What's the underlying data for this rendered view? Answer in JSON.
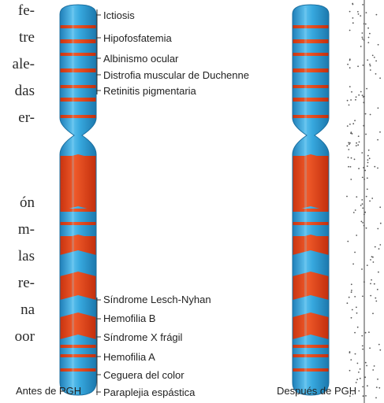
{
  "left_text_fragments": [
    "fe-",
    "tre",
    "ale-",
    "das",
    "er-",
    "ón",
    "m-",
    "las",
    "re-",
    "na",
    "oor"
  ],
  "gene_labels_upper": [
    "Ictiosis",
    "Hipofosfatemia",
    "Albinismo ocular",
    "Distrofia muscular de Duchenne",
    "Retinitis pigmentaria"
  ],
  "gene_labels_lower": [
    "Síndrome Lesch-Nyhan",
    "Hemofilia B",
    "Síndrome X frágil",
    "Hemofilia A",
    "Ceguera del color",
    "Paraplejia espástica"
  ],
  "captions": {
    "before": "Antes de PGH",
    "after": "Después de PGH"
  },
  "colors": {
    "chromatid": "#2ea3dc",
    "band": "#e8401c",
    "band_edge": "#ef8a3a",
    "highlight": "#8fd3f4",
    "dots": "#555555"
  }
}
